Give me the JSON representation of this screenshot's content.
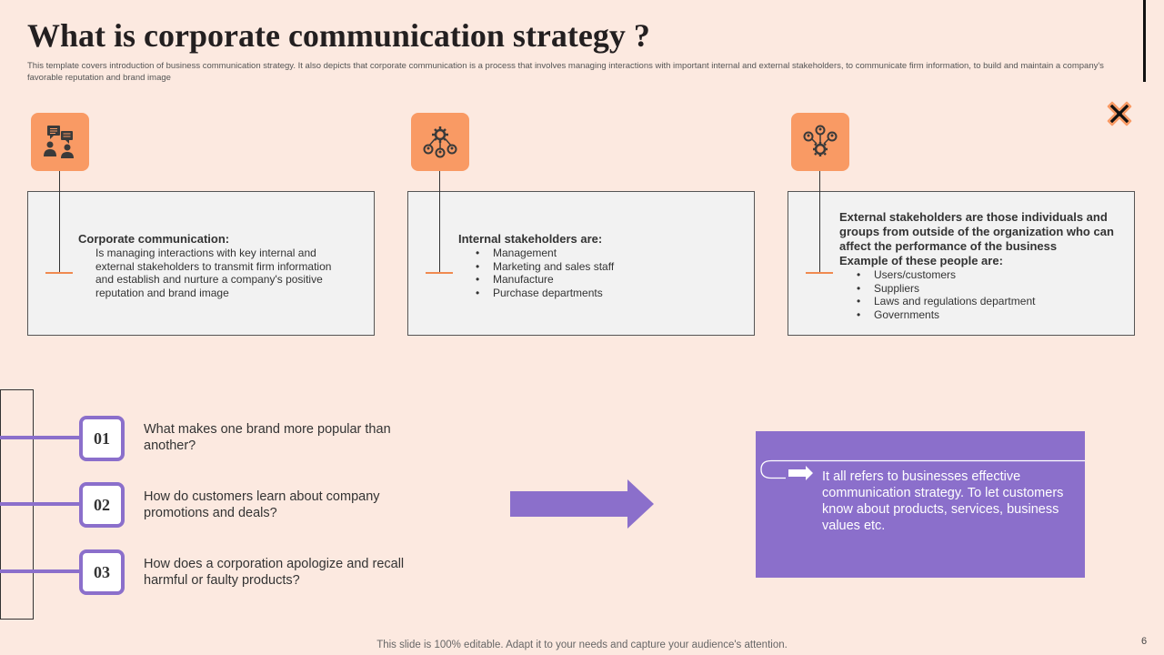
{
  "slide": {
    "title": "What is corporate communication strategy ?",
    "subtitle": "This template covers introduction of business communication strategy. It also depicts that corporate communication is a process that involves managing interactions with important internal and external stakeholders, to communicate firm information, to build and maintain a company's favorable reputation and brand image",
    "footer": "This slide is 100% editable. Adapt it to your needs and capture your audience's attention.",
    "page_number": "6"
  },
  "cards": [
    {
      "icon": "people-chat-icon",
      "heading": "Corporate communication:",
      "body": "Is managing interactions with key internal and external stakeholders to transmit firm information and establish and nurture a company's positive reputation and brand image"
    },
    {
      "icon": "gear-network-icon",
      "heading": "Internal stakeholders are:",
      "bullets": [
        "Management",
        "Marketing and sales staff",
        "Manufacture",
        "Purchase departments"
      ]
    },
    {
      "icon": "people-network-gear-icon",
      "heading": "External stakeholders are those individuals and groups from outside of the organization who can affect the performance of the business",
      "subheading": "Example of these people are:",
      "bullets": [
        "Users/customers",
        "Suppliers",
        "Laws and regulations department",
        "Governments"
      ]
    }
  ],
  "questions": [
    {
      "number": "01",
      "text": "What makes one brand more popular than another?"
    },
    {
      "number": "02",
      "text": "How do customers learn about company promotions and deals?"
    },
    {
      "number": "03",
      "text": "How does a corporation apologize and recall harmful or faulty products?"
    }
  ],
  "answer": {
    "text": "It all refers to businesses effective communication strategy. To let customers know about products, services, business values etc."
  },
  "colors": {
    "background": "#fce9e0",
    "accent_orange": "#f99a64",
    "accent_purple": "#8b6fcb",
    "card_fill": "#f2f2f2"
  }
}
